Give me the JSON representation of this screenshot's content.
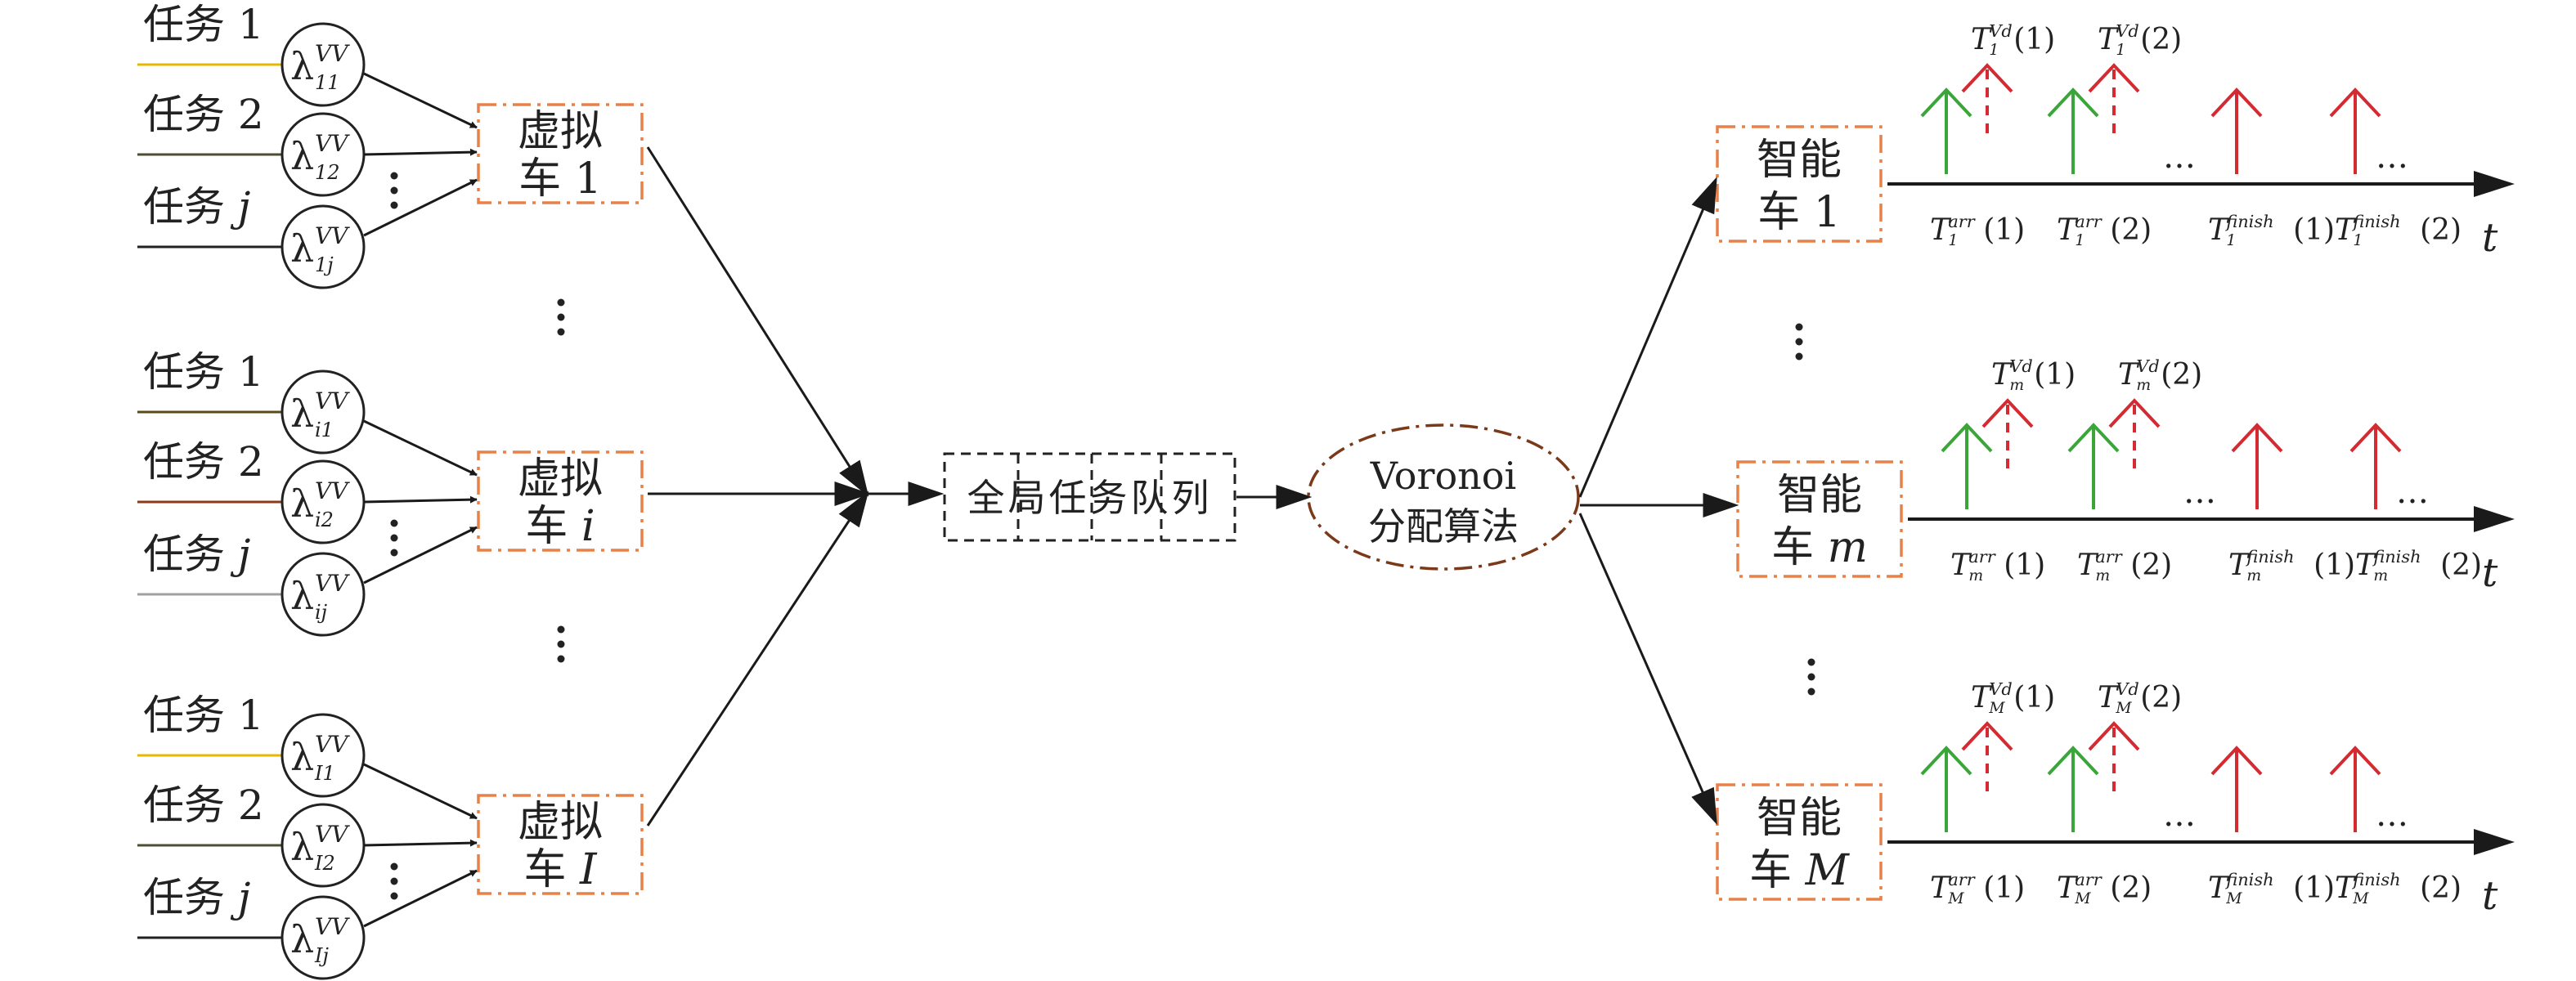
{
  "groups": [
    {
      "tasks": [
        {
          "label": "任务",
          "index": "1",
          "lambda_sub": "11",
          "line_color": "#e6b800"
        },
        {
          "label": "任务",
          "index": "2",
          "lambda_sub": "12",
          "line_color": "#4d4d33"
        },
        {
          "label": "任务",
          "index": "j",
          "lambda_sub": "1j",
          "line_color": "#222222"
        }
      ],
      "vehicle_name": "虚拟",
      "vehicle_line2": "车",
      "vehicle_index": "1"
    },
    {
      "tasks": [
        {
          "label": "任务",
          "index": "1",
          "lambda_sub": "i1",
          "line_color": "#5a4a1a"
        },
        {
          "label": "任务",
          "index": "2",
          "lambda_sub": "i2",
          "line_color": "#8b3a1a"
        },
        {
          "label": "任务",
          "index": "j",
          "lambda_sub": "ij",
          "line_color": "#a0a0a0"
        }
      ],
      "vehicle_name": "虚拟",
      "vehicle_line2": "车",
      "vehicle_index": "i"
    },
    {
      "tasks": [
        {
          "label": "任务",
          "index": "1",
          "lambda_sub": "I1",
          "line_color": "#e6b800"
        },
        {
          "label": "任务",
          "index": "2",
          "lambda_sub": "I2",
          "line_color": "#4d4d33"
        },
        {
          "label": "任务",
          "index": "j",
          "lambda_sub": "Ij",
          "line_color": "#222222"
        }
      ],
      "vehicle_name": "虚拟",
      "vehicle_line2": "车",
      "vehicle_index": "I"
    }
  ],
  "lambda_symbol": "λ",
  "lambda_sup": "VV",
  "global_queue": [
    "全",
    "局",
    "任",
    "务",
    "队",
    "列"
  ],
  "voronoi": {
    "line1": "Voronoi",
    "line2": "分配算法"
  },
  "smart_cars": [
    {
      "name": "智能",
      "line2": "车",
      "index": "1",
      "sub": "1",
      "axis_label": "t",
      "vd_labels": [
        {
          "T": "T",
          "sup": "Vd",
          "sub": "1",
          "arg": "(1)"
        },
        {
          "T": "T",
          "sup": "Vd",
          "sub": "1",
          "arg": "(2)"
        }
      ],
      "bottom_labels": [
        {
          "T": "T",
          "sup": "arr",
          "sub": "1",
          "arg": "(1)"
        },
        {
          "T": "T",
          "sup": "arr",
          "sub": "1",
          "arg": "(2)"
        },
        {
          "T": "T",
          "sup": "finish",
          "sub": "1",
          "arg": "(1)"
        },
        {
          "T": "T",
          "sup": "finish",
          "sub": "1",
          "arg": "(2)"
        }
      ]
    },
    {
      "name": "智能",
      "line2": "车",
      "index": "m",
      "sub": "m",
      "axis_label": "t",
      "vd_labels": [
        {
          "T": "T",
          "sup": "Vd",
          "sub": "m",
          "arg": "(1)"
        },
        {
          "T": "T",
          "sup": "Vd",
          "sub": "m",
          "arg": "(2)"
        }
      ],
      "bottom_labels": [
        {
          "T": "T",
          "sup": "arr",
          "sub": "m",
          "arg": "(1)"
        },
        {
          "T": "T",
          "sup": "arr",
          "sub": "m",
          "arg": "(2)"
        },
        {
          "T": "T",
          "sup": "finish",
          "sub": "m",
          "arg": "(1)"
        },
        {
          "T": "T",
          "sup": "finish",
          "sub": "m",
          "arg": "(2)"
        }
      ]
    },
    {
      "name": "智能",
      "line2": "车",
      "index": "M",
      "sub": "M",
      "axis_label": "t",
      "vd_labels": [
        {
          "T": "T",
          "sup": "Vd",
          "sub": "M",
          "arg": "(1)"
        },
        {
          "T": "T",
          "sup": "Vd",
          "sub": "M",
          "arg": "(2)"
        }
      ],
      "bottom_labels": [
        {
          "T": "T",
          "sup": "arr",
          "sub": "M",
          "arg": "(1)"
        },
        {
          "T": "T",
          "sup": "arr",
          "sub": "M",
          "arg": "(2)"
        },
        {
          "T": "T",
          "sup": "finish",
          "sub": "M",
          "arg": "(1)"
        },
        {
          "T": "T",
          "sup": "finish",
          "sub": "M",
          "arg": "(2)"
        }
      ]
    }
  ],
  "ellipsis": "…",
  "colors": {
    "arrival_arrow": "#3aa63a",
    "finish_arrow": "#d42a32",
    "vehicle_border": "#e8804a",
    "voronoi_border": "#7a3a1a",
    "line": "#1a1a1a"
  }
}
